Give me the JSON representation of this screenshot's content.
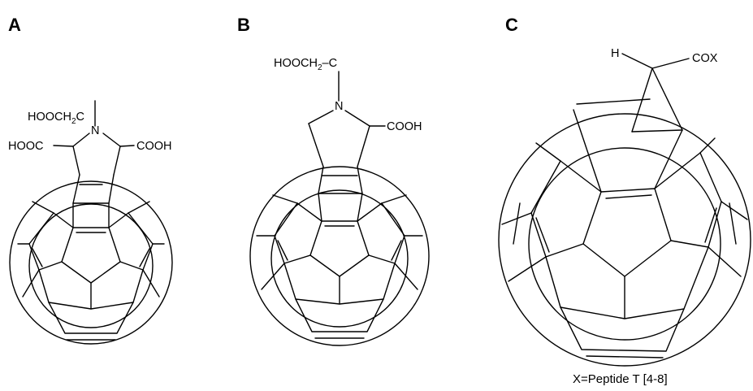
{
  "panels": [
    {
      "label": "A",
      "arm": {
        "prefix": "HOOCH",
        "sub": "2",
        "suffix": "C"
      },
      "n_label": "N",
      "left_group": "HOOC",
      "right_group": "COOH"
    },
    {
      "label": "B",
      "arm": {
        "prefix": "HOOCH",
        "sub": "2",
        "suffix": "–C"
      },
      "n_label": "N",
      "right_group": "COOH"
    },
    {
      "label": "C",
      "h_label": "H",
      "right_group": "COX",
      "caption": "X=Peptide T [4-8]"
    }
  ]
}
